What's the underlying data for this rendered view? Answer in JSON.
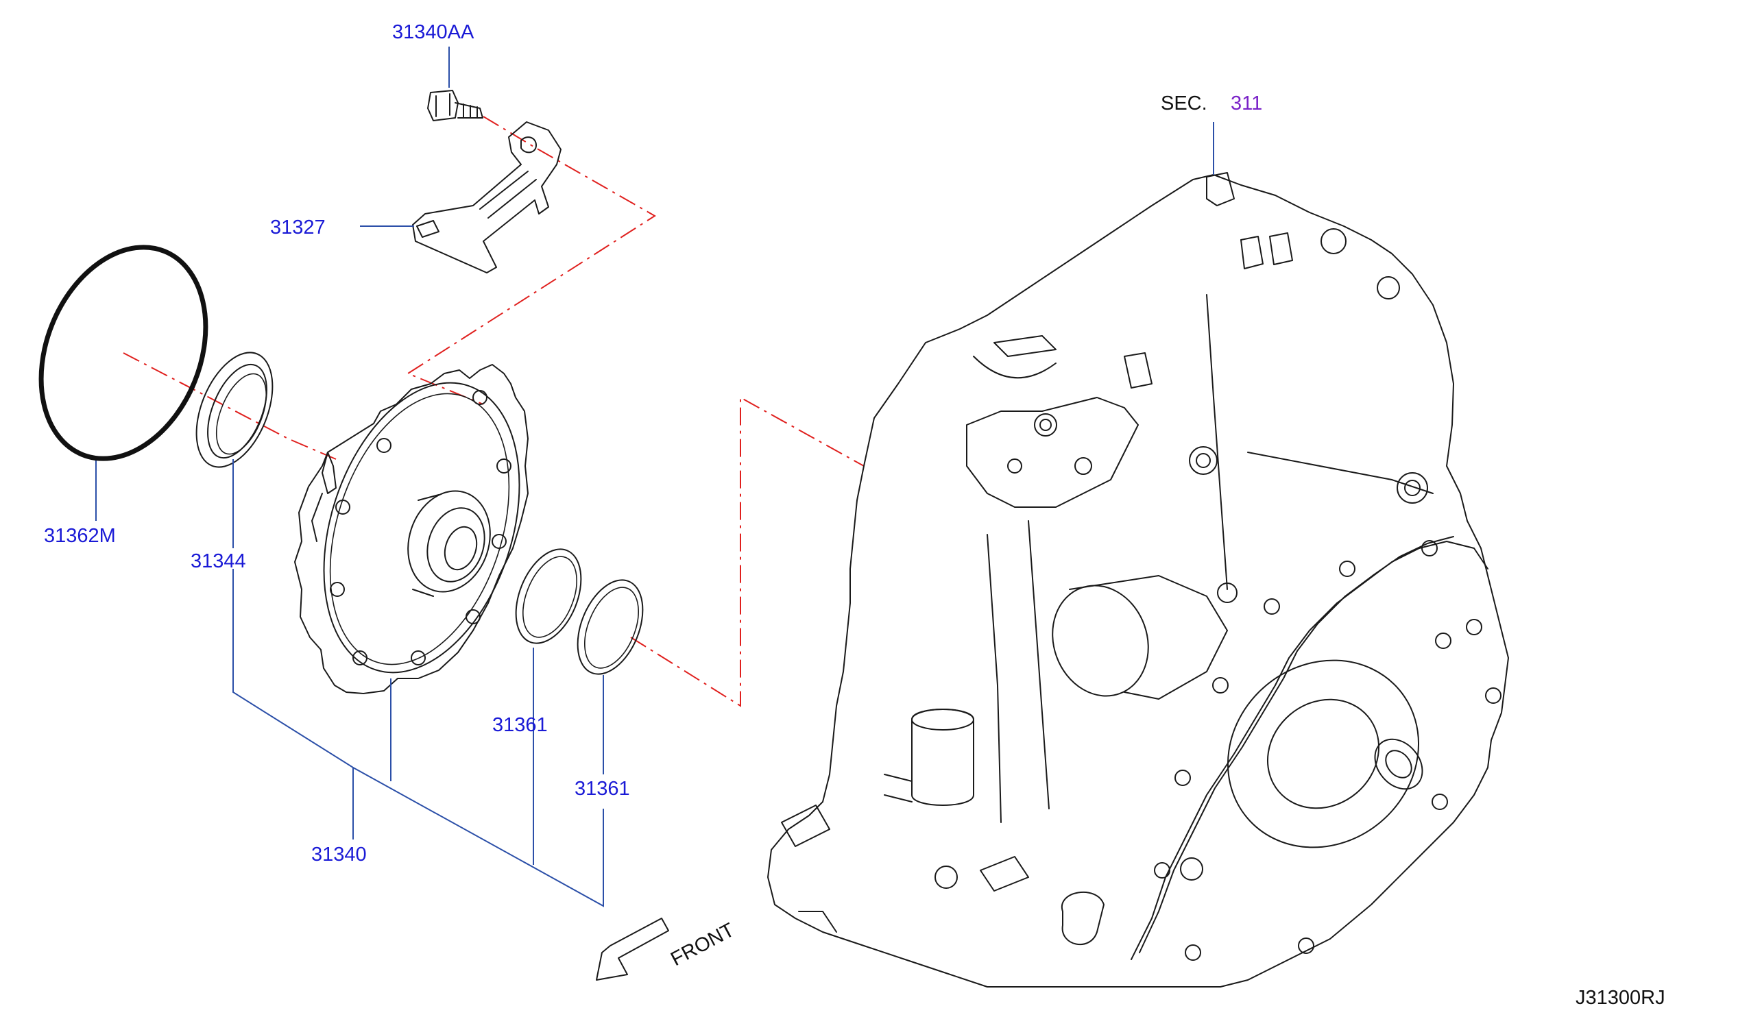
{
  "colors": {
    "part_number": "#1a1ad6",
    "section_number": "#7a22c8",
    "text": "#111111",
    "leader": "#2b4fa8",
    "centerline": "#e0201e",
    "linework": "#1a1a1a"
  },
  "callouts": {
    "bolt": "31340AA",
    "bracket": "31327",
    "o_ring_large": "31362M",
    "oil_seal": "31344",
    "seal_ring_1": "31361",
    "seal_ring_2": "31361",
    "oil_pump_assembly": "31340"
  },
  "section_ref": {
    "prefix": "SEC.",
    "number": "311"
  },
  "front_label": "FRONT",
  "diagram_code": "J31300RJ",
  "icons": {
    "front_arrow": "arrow-down-left-icon"
  }
}
